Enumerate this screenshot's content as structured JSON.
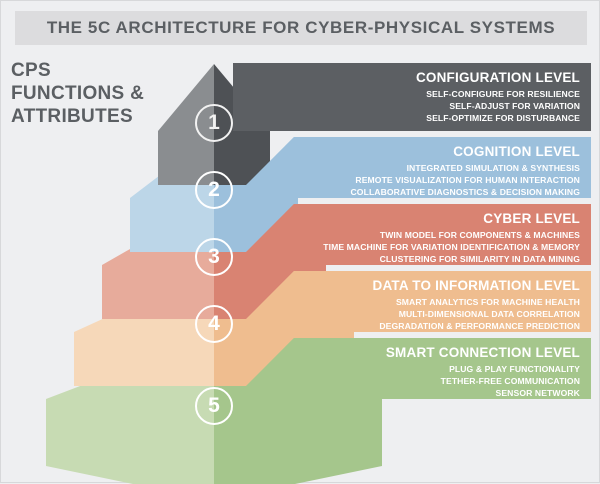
{
  "header": {
    "title": "THE 5C ARCHITECTURE FOR CYBER-PHYSICAL SYSTEMS"
  },
  "caption": {
    "line1": "CPS",
    "line2": "FUNCTIONS &",
    "line3": "ATTRIBUTES"
  },
  "colors": {
    "background": "#eeeff1",
    "title_bar": "#dcdcde",
    "title_text": "#5b5f63",
    "level1": "#5c5f63",
    "level2": "#9cc0dc",
    "level3": "#d98372",
    "level4": "#efbd8f",
    "level5": "#a5c68c"
  },
  "levels": [
    {
      "number": "1",
      "title": "CONFIGURATION LEVEL",
      "items": [
        "SELF-CONFIGURE FOR RESILIENCE",
        "SELF-ADJUST FOR VARIATION",
        "SELF-OPTIMIZE FOR DISTURBANCE"
      ],
      "color": "#5c5f63"
    },
    {
      "number": "2",
      "title": "COGNITION LEVEL",
      "items": [
        "INTEGRATED SIMULATION & SYNTHESIS",
        "REMOTE VISUALIZATION FOR HUMAN INTERACTION",
        "COLLABORATIVE DIAGNOSTICS & DECISION MAKING"
      ],
      "color": "#9cc0dc"
    },
    {
      "number": "3",
      "title": "CYBER LEVEL",
      "items": [
        "TWIN MODEL FOR COMPONENTS & MACHINES",
        "TIME MACHINE FOR VARIATION IDENTIFICATION & MEMORY",
        "CLUSTERING FOR SIMILARITY IN DATA MINING"
      ],
      "color": "#d98372"
    },
    {
      "number": "4",
      "title": "DATA TO INFORMATION LEVEL",
      "items": [
        "SMART ANALYTICS FOR MACHINE HEALTH",
        "MULTI-DIMENSIONAL DATA CORRELATION",
        "DEGRADATION & PERFORMANCE PREDICTION"
      ],
      "color": "#efbd8f"
    },
    {
      "number": "5",
      "title": "SMART CONNECTION LEVEL",
      "items": [
        "PLUG & PLAY FUNCTIONALITY",
        "TETHER-FREE COMMUNICATION",
        "SENSOR NETWORK"
      ],
      "color": "#a5c68c"
    }
  ]
}
